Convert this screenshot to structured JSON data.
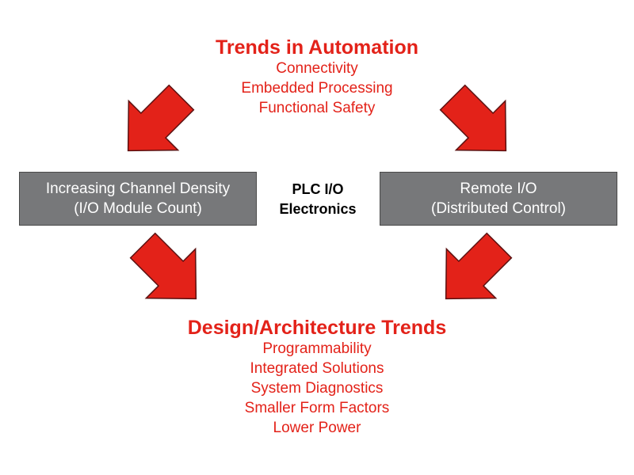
{
  "top": {
    "title": "Trends in Automation",
    "items": [
      "Connectivity",
      "Embedded Processing",
      "Functional Safety"
    ]
  },
  "left_box": {
    "line1": "Increasing Channel Density",
    "line2": "(I/O Module Count)"
  },
  "center": {
    "line1": "PLC I/O",
    "line2": "Electronics"
  },
  "right_box": {
    "line1": "Remote I/O",
    "line2": "(Distributed Control)"
  },
  "bottom": {
    "title": "Design/Architecture Trends",
    "items": [
      "Programmability",
      "Integrated Solutions",
      "System Diagnostics",
      "Smaller Form Factors",
      "Lower Power"
    ]
  },
  "colors": {
    "accent_red": "#e32219",
    "arrow_fill": "#e32219",
    "arrow_stroke": "#5a1010",
    "box_gray": "#77787a",
    "text_white": "#ffffff"
  },
  "icons": [
    "arrow-down-left-icon",
    "arrow-down-right-icon"
  ]
}
